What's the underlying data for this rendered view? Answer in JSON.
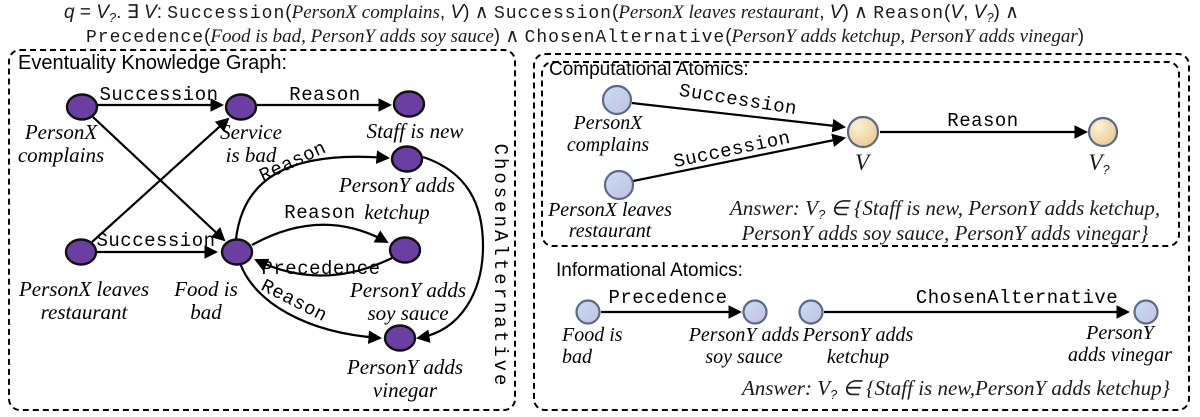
{
  "colors": {
    "purple": "#6B3EA2",
    "purple_stroke": "#111111",
    "blue_light": "#C6E0F4",
    "blue_dark": "#C4BEE2",
    "orange_light": "#FBF2D8",
    "orange_dark": "#EBC387",
    "node_stroke": "#5A6A88",
    "edge": "#000000"
  },
  "formula": {
    "l1": {
      "s1": "q",
      "s2": " = ",
      "s3": "V",
      "s4": "?",
      "s5": ". ∃ ",
      "s6": "V",
      "s7": ": ",
      "s8": "Succession",
      "s9": "(",
      "s10": "PersonX complains",
      "s11": ", ",
      "s12": "V",
      "s13": ") ∧ ",
      "s14": "Succession",
      "s15": "(",
      "s16": "PersonX leaves restaurant",
      "s17": ", ",
      "s18": "V",
      "s19": ") ∧ ",
      "s20": "Reason",
      "s21": "(",
      "s22": "V",
      "s23": ", ",
      "s24": "V",
      "s25": "?",
      "s26": ") ∧"
    },
    "l2": {
      "s1": "Precedence",
      "s2": "(",
      "s3": "Food is bad, PersonY adds soy sauce",
      "s4": ") ∧ ",
      "s5": "ChosenAlternative",
      "s6": "(",
      "s7": "PersonY adds ketchup, PersonY adds vinegar",
      "s8": ")"
    }
  },
  "ekg": {
    "title": "Eventuality Knowledge Graph:",
    "nodes": {
      "complains": {
        "l1": "PersonX",
        "l2": "complains"
      },
      "service": {
        "l1": "Service",
        "l2": "is bad"
      },
      "staff": {
        "l1": "Staff is new"
      },
      "ketchup": {
        "l1": "PersonY adds",
        "l2": "ketchup"
      },
      "leaves": {
        "l1": "PersonX leaves",
        "l2": "restaurant"
      },
      "food": {
        "l1": "Food is",
        "l2": "bad"
      },
      "soy": {
        "l1": "PersonY adds",
        "l2": "soy sauce"
      },
      "vinegar": {
        "l1": "PersonY adds",
        "l2": "vinegar"
      }
    },
    "edges": {
      "succession_top": "Succession",
      "reason_top": "Reason",
      "succession_bottom": "Succession",
      "reason_ketchup": "Reason",
      "reason_soy": "Reason",
      "precedence": "Precedence",
      "reason_vinegar": "Reason",
      "chosen": "ChosenAlternative"
    }
  },
  "computational": {
    "title": "Computational Atomics:",
    "nodes": {
      "complains": {
        "l1": "PersonX",
        "l2": "complains"
      },
      "leaves": {
        "l1": "PersonX leaves",
        "l2": "restaurant"
      },
      "v": "V",
      "vq": "V",
      "vq_sub": "?"
    },
    "edges": {
      "succ1": "Succession",
      "succ2": "Succession",
      "reason": "Reason"
    },
    "answer": {
      "prefix": "Answer: V",
      "sub": "?",
      "rest1": " ∈ {Staff is new, PersonY adds ketchup,",
      "line2": "PersonY adds soy sauce, PersonY adds vinegar}"
    }
  },
  "informational": {
    "title": "Informational Atomics:",
    "nodes": {
      "food": {
        "l1": "Food is",
        "l2": "bad"
      },
      "soy": {
        "l1": "PersonY adds",
        "l2": "soy sauce"
      },
      "ketchup": {
        "l1": "PersonY adds",
        "l2": "ketchup"
      },
      "vinegar": {
        "l1": "PersonY",
        "l2": "adds vinegar"
      }
    },
    "edges": {
      "precedence": "Precedence",
      "chosen": "ChosenAlternative"
    },
    "answer": {
      "prefix": "Answer: V",
      "sub": "?",
      "rest": " ∈ {Staff is new,PersonY adds ketchup}"
    }
  }
}
